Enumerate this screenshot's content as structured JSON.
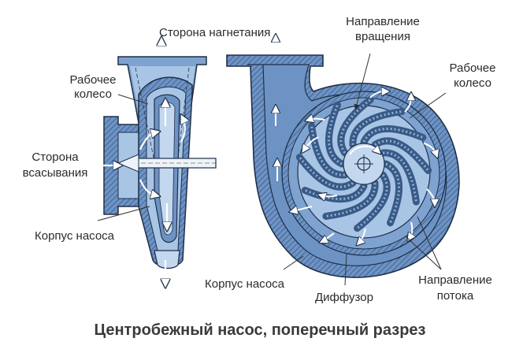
{
  "labels": {
    "discharge_side": "Сторона нагнетания",
    "impeller_left_line1": "Рабочее",
    "impeller_left_line2": "колесо",
    "suction_line1": "Сторона",
    "suction_line2": "всасывания",
    "housing_left": "Корпус насоса",
    "rotation_line1": "Направление",
    "rotation_line2": "вращения",
    "impeller_right_line1": "Рабочее",
    "impeller_right_line2": "колесо",
    "housing_right": "Корпус насоса",
    "diffuser": "Диффузор",
    "flow_line1": "Направление",
    "flow_line2": "потока"
  },
  "caption": "Центробежный насос, поперечный разрез",
  "colors": {
    "body_fill": "#5b86bd",
    "body_light": "#a9c5e6",
    "inner_fill": "#c3d8ef",
    "hatch": "#3a5a86",
    "outline": "#1f2f47",
    "text": "#2b2b2b"
  },
  "impeller": {
    "blade_count": 12
  }
}
